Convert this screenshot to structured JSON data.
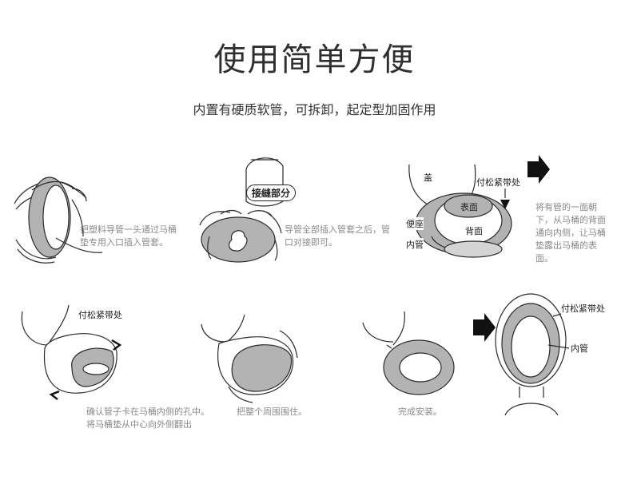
{
  "title": "使用简单方便",
  "subtitle": "内置有硬质软管，可拆卸，起定型加固作用",
  "steps": [
    {
      "caption_1": "把塑料导管一头通过马桶",
      "caption_2": "垫专用入口插入管套。"
    },
    {
      "label": "接縫部分",
      "caption_1": "导管全部插入管套之后，管",
      "caption_2": "口对接即可。"
    },
    {
      "label_lid": "盖",
      "label_strap": "付松紧带处",
      "label_front": "表面",
      "label_back": "背面",
      "label_seat": "便座",
      "label_pipe": "内管",
      "caption_1": "将有管的一面朝",
      "caption_2": "下，从马桶的背面",
      "caption_3": "通向内侧，让马桶",
      "caption_4": "垫露出马桶的表",
      "caption_5": "面。"
    },
    {
      "label_strap": "付松紧带处",
      "caption_1": "确认管子卡在马桶内侧的孔中。",
      "caption_2": "将马桶垫从中心向外侧翻出"
    },
    {
      "caption_1": "把整个周围围住。"
    },
    {
      "caption_1": "完成安装。"
    },
    {
      "label_strap": "付松紧带处",
      "label_pipe": "内管"
    }
  ],
  "colors": {
    "fill": "#b3b3b3",
    "line": "#2a2a2a",
    "caption": "#8a8a8a",
    "arrow": "#111111"
  }
}
